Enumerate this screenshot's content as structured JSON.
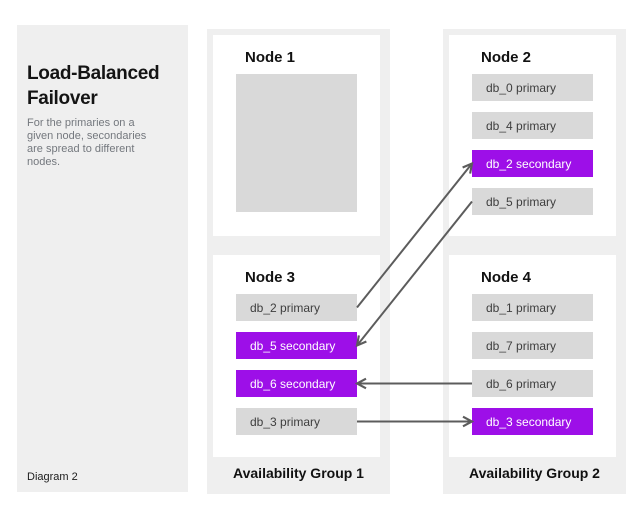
{
  "sidebar": {
    "title": "Load-Balanced Failover",
    "description": "For the primaries on a given node, secondaries are spread to different nodes.",
    "footnote": "Diagram 2"
  },
  "groups": [
    {
      "label": "Availability Group 1",
      "nodes": [
        {
          "title": "Node 1",
          "items": []
        },
        {
          "title": "Node 3",
          "items": [
            {
              "id": "db_2-primary",
              "label": "db_2 primary",
              "role": "primary"
            },
            {
              "id": "db_5-secondary",
              "label": "db_5 secondary",
              "role": "secondary"
            },
            {
              "id": "db_6-secondary",
              "label": "db_6 secondary",
              "role": "secondary"
            },
            {
              "id": "db_3-primary",
              "label": "db_3 primary",
              "role": "primary"
            }
          ]
        }
      ]
    },
    {
      "label": "Availability Group 2",
      "nodes": [
        {
          "title": "Node 2",
          "items": [
            {
              "id": "db_0-primary",
              "label": "db_0 primary",
              "role": "primary"
            },
            {
              "id": "db_4-primary",
              "label": "db_4 primary",
              "role": "primary"
            },
            {
              "id": "db_2-secondary",
              "label": "db_2 secondary",
              "role": "secondary"
            },
            {
              "id": "db_5-primary",
              "label": "db_5 primary",
              "role": "primary"
            }
          ]
        },
        {
          "title": "Node 4",
          "items": [
            {
              "id": "db_1-primary",
              "label": "db_1 primary",
              "role": "primary"
            },
            {
              "id": "db_7-primary",
              "label": "db_7 primary",
              "role": "primary"
            },
            {
              "id": "db_6-primary",
              "label": "db_6 primary",
              "role": "primary"
            },
            {
              "id": "db_3-secondary",
              "label": "db_3 secondary",
              "role": "secondary"
            }
          ]
        }
      ]
    }
  ],
  "arrows": [
    {
      "from": "db_2-primary",
      "to": "db_2-secondary"
    },
    {
      "from": "db_5-primary",
      "to": "db_5-secondary"
    },
    {
      "from": "db_6-primary",
      "to": "db_6-secondary"
    },
    {
      "from": "db_3-primary",
      "to": "db_3-secondary"
    }
  ],
  "colors": {
    "panel_bg": "#efefef",
    "node_bg": "#ffffff",
    "primary_bg": "#d9d9d9",
    "secondary_bg": "#9d0fe8",
    "secondary_text": "#ffffff",
    "arrow": "#5c5c5c"
  }
}
